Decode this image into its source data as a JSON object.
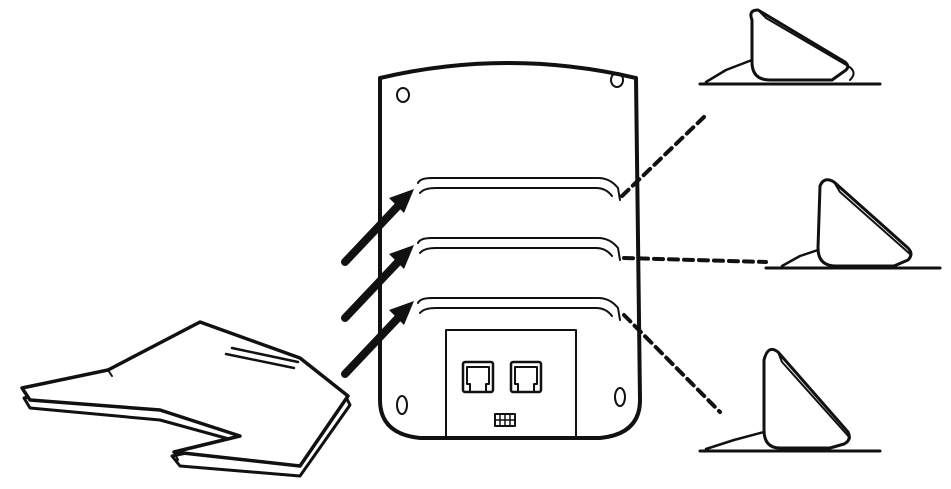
{
  "diagram": {
    "style": "monochrome line art",
    "colors": {
      "ink": "#111111",
      "background": "#ffffff"
    },
    "components": [
      "desk-stand",
      "phone-back-panel",
      "stand-slot-top",
      "stand-slot-middle",
      "stand-slot-bottom",
      "rj-jack-left",
      "rj-jack-right",
      "dip-switch",
      "insert-arrow-top",
      "insert-arrow-middle",
      "insert-arrow-bottom",
      "phone-side-view-low-angle",
      "phone-side-view-mid-angle",
      "phone-side-view-high-angle"
    ]
  }
}
